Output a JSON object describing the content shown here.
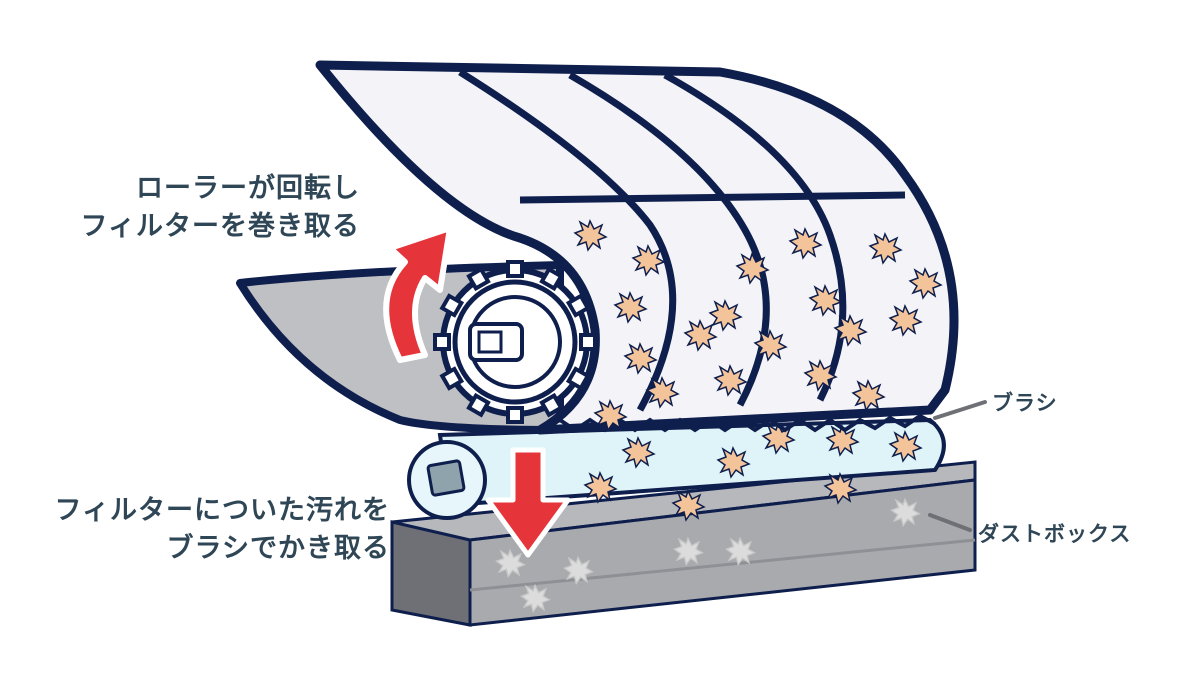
{
  "captions": {
    "roller": [
      "ローラーが回転し",
      "フィルターを巻き取る"
    ],
    "brush": [
      "フィルターについた汚れを",
      "ブラシでかき取る"
    ]
  },
  "labels": {
    "brush": "ブラシ",
    "dust_box": "ダストボックス"
  },
  "colors": {
    "outline": "#0f1f4d",
    "arrow": "#e6353a",
    "dust": "#f3c39a",
    "dust_faded": "#dcdcdc",
    "brush_roller": "#dff4f8",
    "filter_fill": "#f4f4f8",
    "tray": "#bfc0c4",
    "box_top": "#b7b8bc",
    "box_side": "#6e7076"
  }
}
